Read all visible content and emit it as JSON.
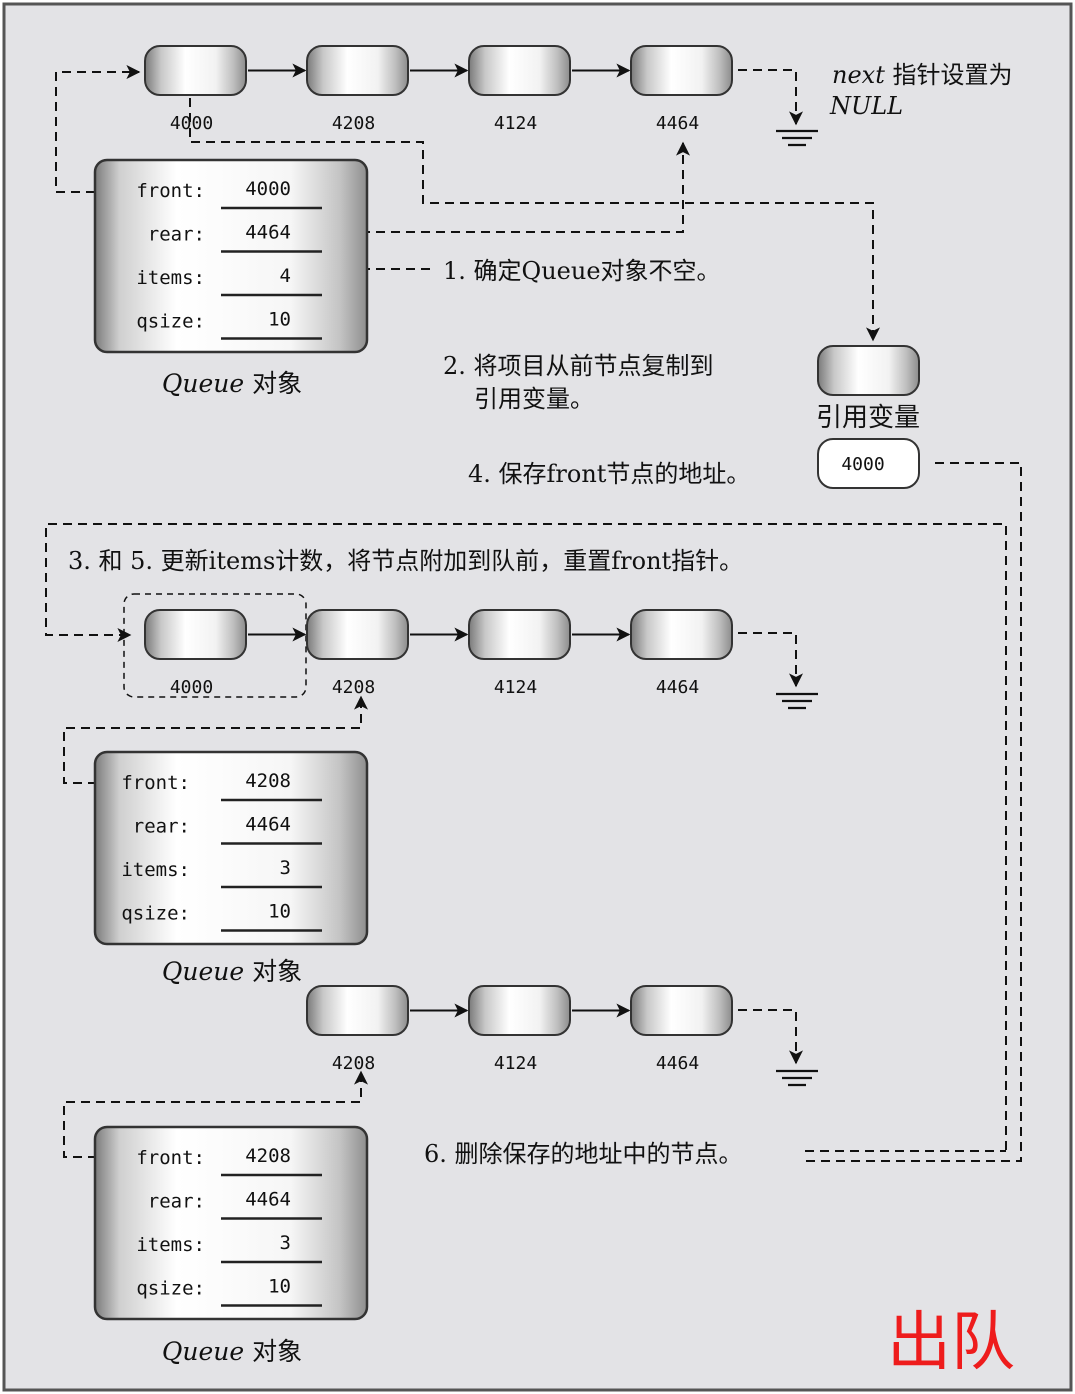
{
  "title": "出队",
  "colors": {
    "background": "#e3e3e6",
    "frame": "#555555",
    "title": "#ee1c1c",
    "line": "#111111"
  },
  "icons": [
    "arrow-icon",
    "ground-null-icon"
  ],
  "top": {
    "nodes": [
      "4000",
      "4208",
      "4124",
      "4464"
    ],
    "null_note_italic": "next",
    "null_note_rest": " 指针设置为",
    "null_note_line2": "NULL",
    "queue": {
      "fields": [
        {
          "label": "front:",
          "value": "4000"
        },
        {
          "label": "rear:",
          "value": "4464"
        },
        {
          "label": "items:",
          "value": "4"
        },
        {
          "label": "qsize:",
          "value": "10"
        }
      ],
      "caption_italic": "Queue",
      "caption_rest": " 对象"
    },
    "reference_label": "引用变量",
    "saved_address": "4000"
  },
  "steps": {
    "step1": "1. 确定Queue对象不空。",
    "step2_line1": "2. 将项目从前节点复制到",
    "step2_line2": "引用变量。",
    "step4": "4. 保存front节点的地址。",
    "step35": "3. 和 5. 更新items计数，将节点附加到队前，重置front指针。",
    "step6": "6. 删除保存的地址中的节点。"
  },
  "middle": {
    "nodes": [
      "4000",
      "4208",
      "4124",
      "4464"
    ],
    "queue": {
      "fields": [
        {
          "label": "front:",
          "value": "4208"
        },
        {
          "label": "rear:",
          "value": "4464"
        },
        {
          "label": "items:",
          "value": "3"
        },
        {
          "label": "qsize:",
          "value": "10"
        }
      ],
      "caption_italic": "Queue",
      "caption_rest": " 对象"
    }
  },
  "bottom": {
    "nodes": [
      "4208",
      "4124",
      "4464"
    ],
    "queue": {
      "fields": [
        {
          "label": "front:",
          "value": "4208"
        },
        {
          "label": "rear:",
          "value": "4464"
        },
        {
          "label": "items:",
          "value": "3"
        },
        {
          "label": "qsize:",
          "value": "10"
        }
      ],
      "caption_italic": "Queue",
      "caption_rest": " 对象"
    }
  }
}
